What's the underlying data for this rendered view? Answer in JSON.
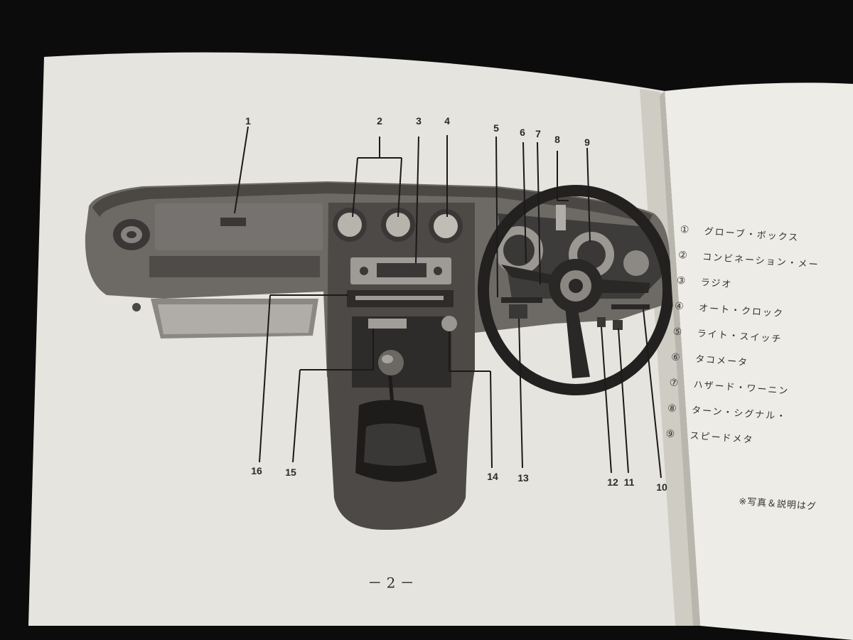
{
  "diagram": {
    "callouts": [
      "1",
      "2",
      "3",
      "4",
      "5",
      "6",
      "7",
      "8",
      "9",
      "10",
      "11",
      "12",
      "13",
      "14",
      "15",
      "16"
    ]
  },
  "page_number": "－ 2 －",
  "legend": [
    {
      "num": "①",
      "text": "グローブ・ボックス"
    },
    {
      "num": "②",
      "text": "コンビネーション・メー"
    },
    {
      "num": "③",
      "text": "ラジオ"
    },
    {
      "num": "④",
      "text": "オート・クロック"
    },
    {
      "num": "⑤",
      "text": "ライト・スイッチ"
    },
    {
      "num": "⑥",
      "text": "タコメータ"
    },
    {
      "num": "⑦",
      "text": "ハザード・ワーニン"
    },
    {
      "num": "⑧",
      "text": "ターン・シグナル・"
    },
    {
      "num": "⑨",
      "text": "スピードメタ"
    }
  ],
  "footnote": "※写真＆説明はグ"
}
